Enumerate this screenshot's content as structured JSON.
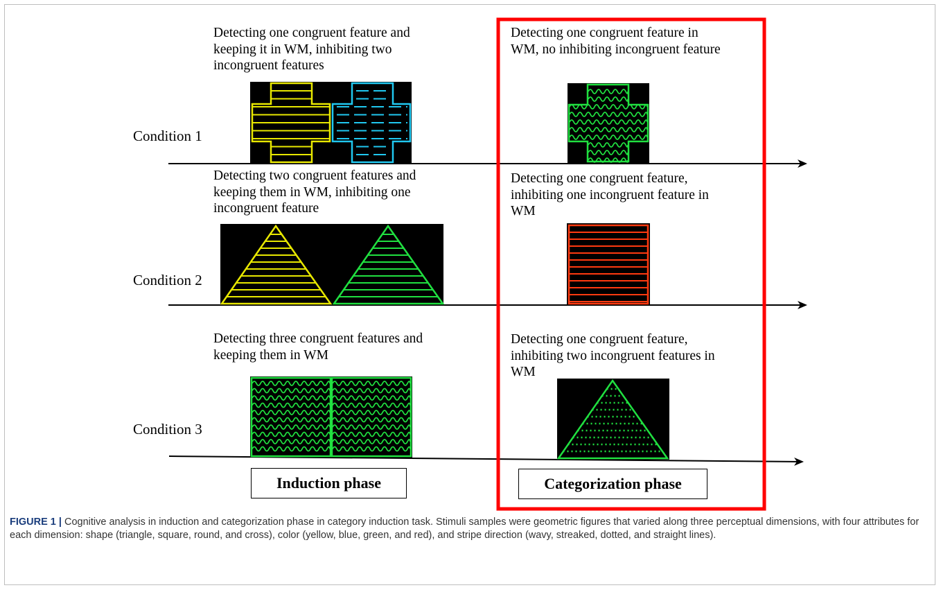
{
  "rows": [
    {
      "condition": "Condition 1",
      "induction_text": "Detecting one congruent  feature  and\nkeeping it in WM, inhibiting two\nincongruent features",
      "categorization_text": "Detecting one congruent  feature  in\nWM, no inhibiting incongruent feature"
    },
    {
      "condition": "Condition 2",
      "induction_text": "Detecting two congruent  features and\nkeeping them in WM, inhibiting one\nincongruent feature",
      "categorization_text": "Detecting one congruent feature,\ninhibiting one incongruent feature in\nWM"
    },
    {
      "condition": "Condition 3",
      "induction_text": "Detecting three congruent  features and\nkeeping them in WM",
      "categorization_text": "Detecting one congruent  feature,\ninhibiting two incongruent features in\nWM"
    }
  ],
  "phases": {
    "induction": "Induction phase",
    "categorization": "Categorization phase"
  },
  "caption": {
    "label": "FIGURE 1 |",
    "text": " Cognitive analysis in induction and categorization phase in category induction task. Stimuli samples were geometric figures that varied along three perceptual dimensions, with four attributes for each dimension: shape (triangle, square, round, and cross), color (yellow, blue, green, and red), and stripe direction (wavy, streaked, dotted, and straight lines)."
  },
  "colors": {
    "yellow": "#e8e800",
    "blue": "#20c8f0",
    "green": "#20e040",
    "red": "#ff3a10",
    "highlight_box": "#ff0000",
    "stimulus_background": "#000000"
  },
  "stimuli": {
    "condition_1_induction": [
      {
        "shape": "cross",
        "color": "yellow",
        "stripes": "straight lines"
      },
      {
        "shape": "cross",
        "color": "blue",
        "stripes": "streaked"
      }
    ],
    "condition_1_categorization": {
      "shape": "cross",
      "color": "green",
      "stripes": "wavy"
    },
    "condition_2_induction": [
      {
        "shape": "triangle",
        "color": "yellow",
        "stripes": "straight lines"
      },
      {
        "shape": "triangle",
        "color": "green",
        "stripes": "straight lines"
      }
    ],
    "condition_2_categorization": {
      "shape": "square",
      "color": "red",
      "stripes": "straight lines"
    },
    "condition_3_induction": [
      {
        "shape": "square",
        "color": "green",
        "stripes": "wavy"
      },
      {
        "shape": "square",
        "color": "green",
        "stripes": "wavy"
      }
    ],
    "condition_3_categorization": {
      "shape": "triangle",
      "color": "green",
      "stripes": "dotted"
    }
  }
}
